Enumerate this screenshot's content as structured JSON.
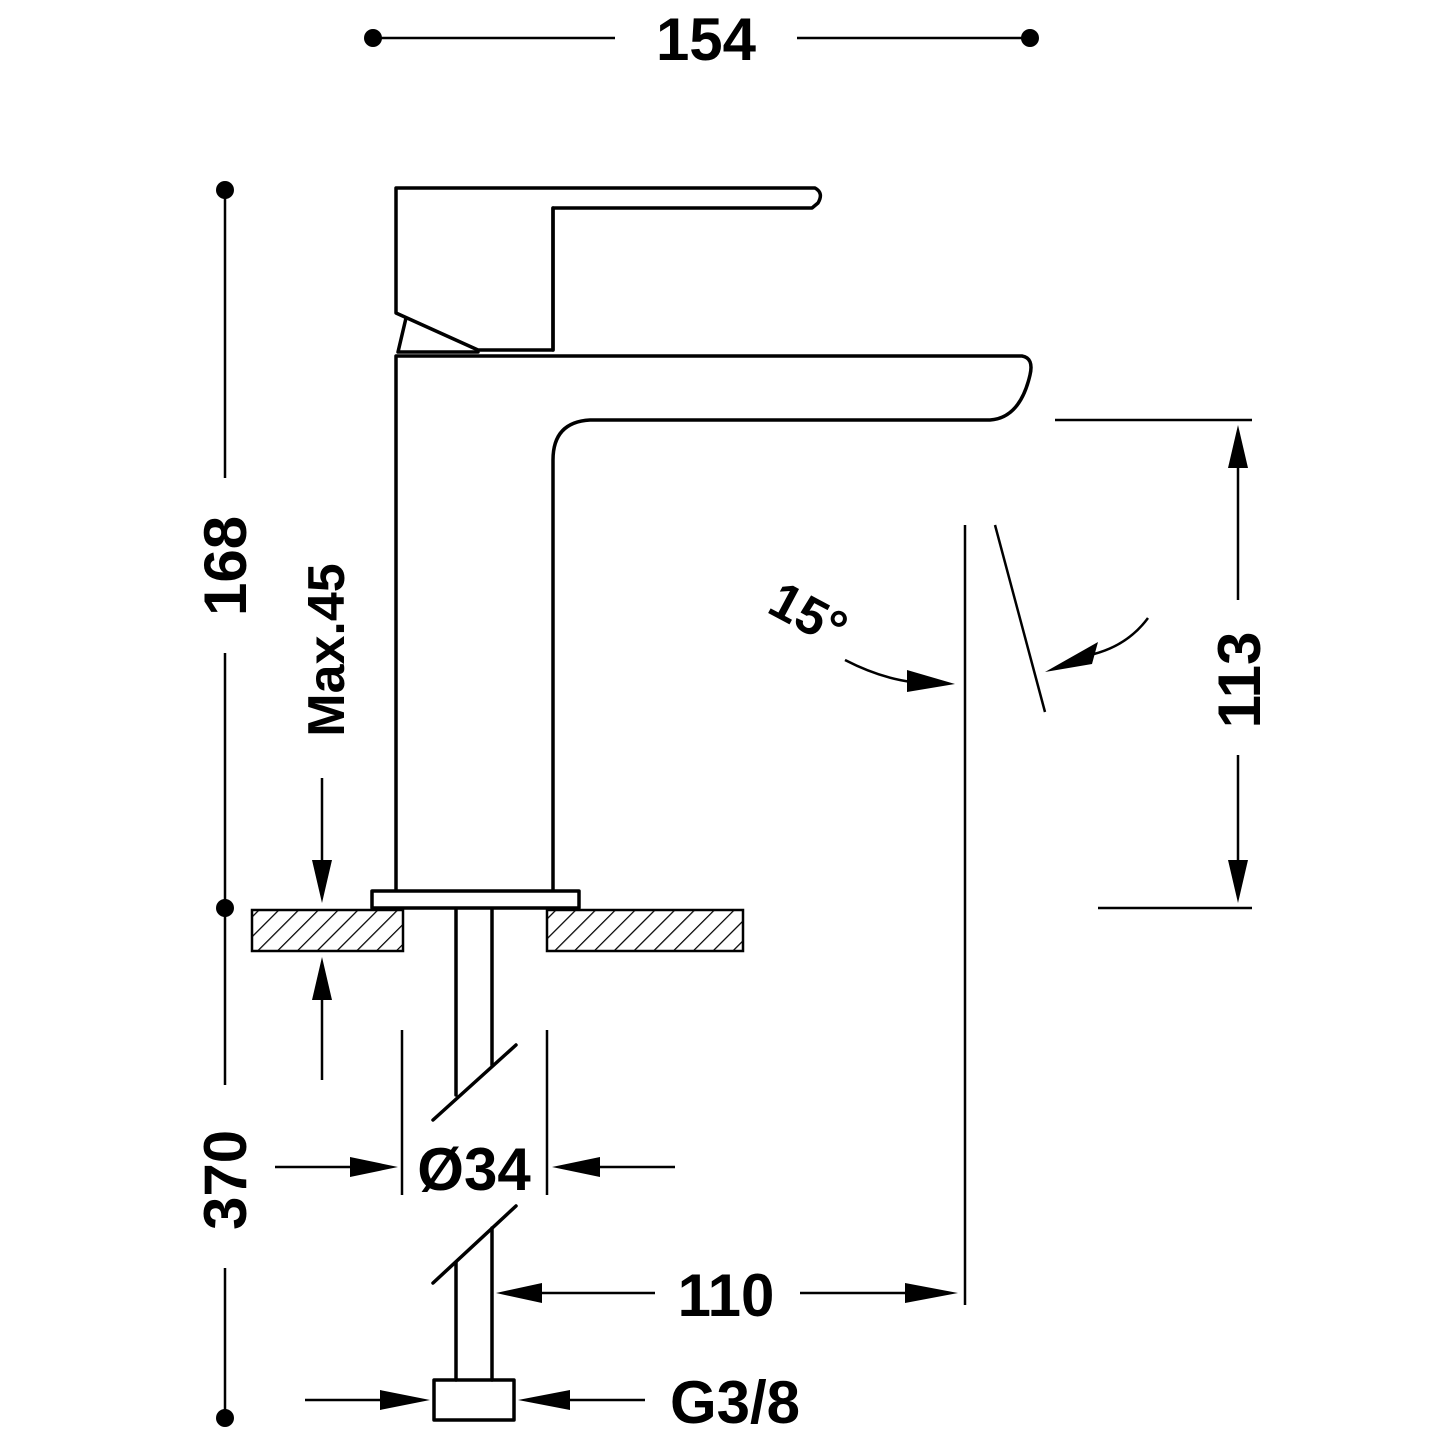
{
  "dimensions": {
    "overall_width": "154",
    "overall_height": "168",
    "max_deck_thickness": "Max.45",
    "spout_height": "113",
    "spout_angle": "15°",
    "hose_length": "370",
    "base_diameter": "Ø34",
    "spout_reach": "110",
    "connection_thread": "G3/8"
  }
}
